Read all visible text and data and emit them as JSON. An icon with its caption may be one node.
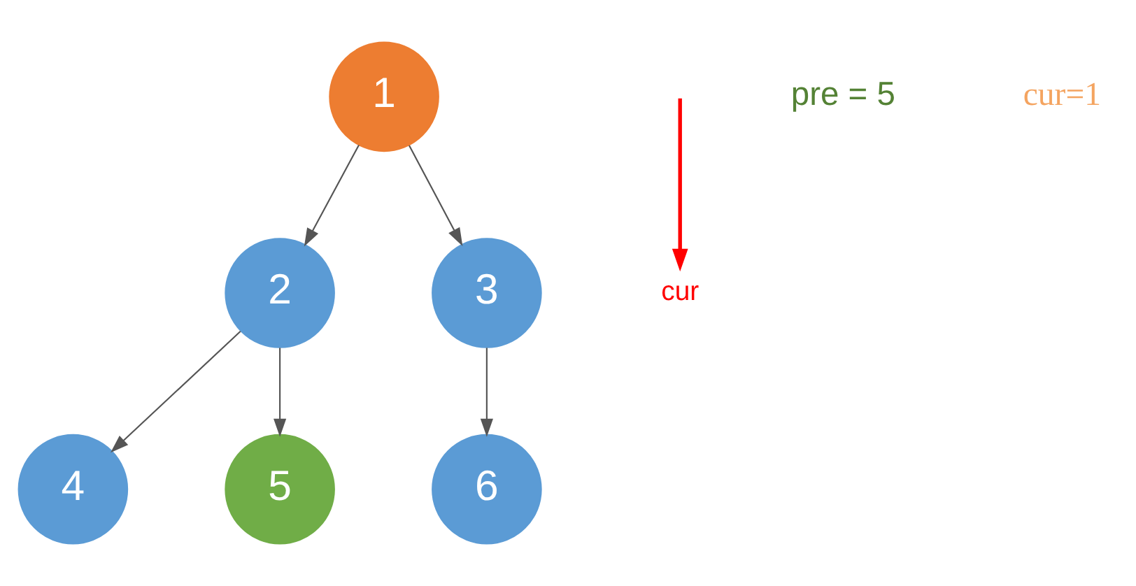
{
  "diagram": {
    "nodes": [
      {
        "text": [
          "1"
        ]
      },
      {
        "text": [
          "2"
        ]
      },
      {
        "text": [
          "3"
        ]
      },
      {
        "text": [
          "4"
        ]
      },
      {
        "text": [
          "5"
        ]
      },
      {
        "text": [
          "6"
        ]
      },
      {
        "text": [
          "cur"
        ]
      }
    ],
    "edges": [
      {
        "from": 0,
        "to": 1,
        "arrow": "to"
      },
      {
        "from": 0,
        "to": 2,
        "arrow": "to"
      },
      {
        "from": 1,
        "to": 3,
        "arrow": "to"
      },
      {
        "from": 1,
        "to": 4,
        "arrow": "to"
      },
      {
        "from": 2,
        "to": 5,
        "arrow": "to"
      },
      {
        "from": null,
        "to": 6,
        "arrow": "to",
        "style": "thick",
        "color": "#ff0000"
      }
    ],
    "labels": [
      "pre = 5",
      "cur=1"
    ]
  }
}
